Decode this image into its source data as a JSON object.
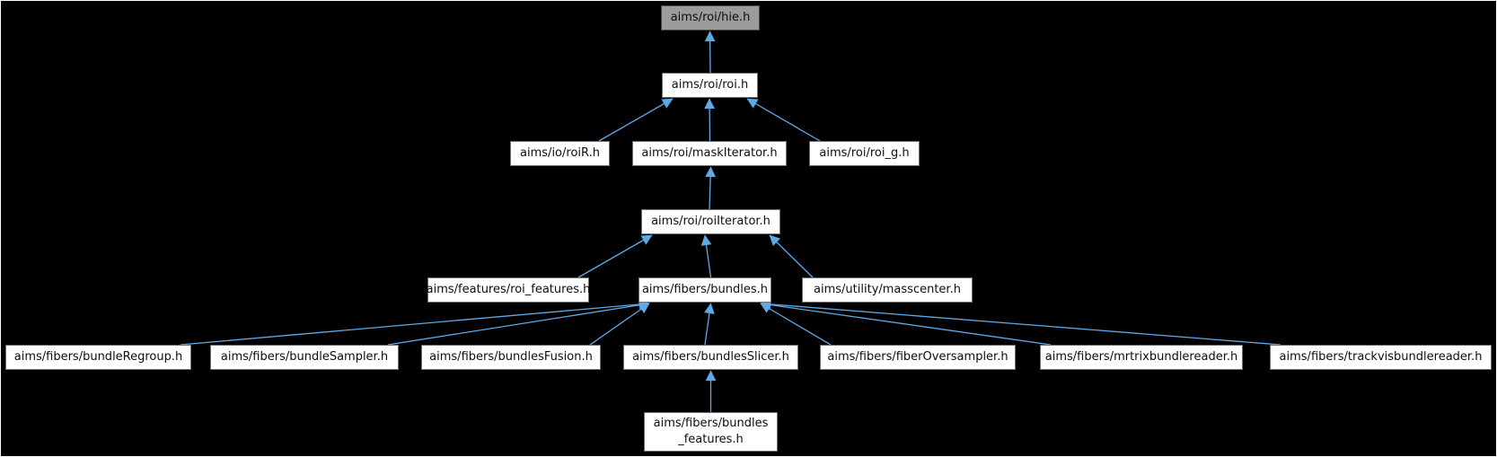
{
  "colors": {
    "background": "#000000",
    "frame": "#ffffff",
    "edge": "#5fa9e6",
    "node_fill": "#ffffff",
    "node_border": "#6e6e6e",
    "highlight_fill": "#9c9c9c",
    "highlight_border": "#464646"
  },
  "graph": {
    "type": "include-dependency-graph",
    "nodes": [
      {
        "id": "hie",
        "label": "aims/roi/hie.h",
        "highlighted": true
      },
      {
        "id": "roi",
        "label": "aims/roi/roi.h"
      },
      {
        "id": "roiR",
        "label": "aims/io/roiR.h"
      },
      {
        "id": "maskIterator",
        "label": "aims/roi/maskIterator.h"
      },
      {
        "id": "roi_g",
        "label": "aims/roi/roi_g.h"
      },
      {
        "id": "roiIterator",
        "label": "aims/roi/roiIterator.h"
      },
      {
        "id": "roi_features",
        "label": "aims/features/roi_features.h"
      },
      {
        "id": "bundles",
        "label": "aims/fibers/bundles.h"
      },
      {
        "id": "masscenter",
        "label": "aims/utility/masscenter.h"
      },
      {
        "id": "bundleRegroup",
        "label": "aims/fibers/bundleRegroup.h"
      },
      {
        "id": "bundleSampler",
        "label": "aims/fibers/bundleSampler.h"
      },
      {
        "id": "bundlesFusion",
        "label": "aims/fibers/bundlesFusion.h"
      },
      {
        "id": "bundlesSlicer",
        "label": "aims/fibers/bundlesSlicer.h"
      },
      {
        "id": "fiberOversampler",
        "label": "aims/fibers/fiberOversampler.h"
      },
      {
        "id": "mrtrixbundlereader",
        "label": "aims/fibers/mrtrixbundlereader.h"
      },
      {
        "id": "trackvisbundlereader",
        "label": "aims/fibers/trackvisbundlereader.h"
      },
      {
        "id": "bundles_features",
        "label": "aims/fibers/bundles\n_features.h"
      }
    ],
    "edges": [
      {
        "from": "roi",
        "to": "hie"
      },
      {
        "from": "roiR",
        "to": "roi"
      },
      {
        "from": "maskIterator",
        "to": "roi"
      },
      {
        "from": "roi_g",
        "to": "roi"
      },
      {
        "from": "roiIterator",
        "to": "maskIterator"
      },
      {
        "from": "roi_features",
        "to": "roiIterator"
      },
      {
        "from": "bundles",
        "to": "roiIterator"
      },
      {
        "from": "masscenter",
        "to": "roiIterator"
      },
      {
        "from": "bundleRegroup",
        "to": "bundles"
      },
      {
        "from": "bundleSampler",
        "to": "bundles"
      },
      {
        "from": "bundlesFusion",
        "to": "bundles"
      },
      {
        "from": "bundlesSlicer",
        "to": "bundles"
      },
      {
        "from": "fiberOversampler",
        "to": "bundles"
      },
      {
        "from": "mrtrixbundlereader",
        "to": "bundles"
      },
      {
        "from": "trackvisbundlereader",
        "to": "bundles"
      },
      {
        "from": "bundles_features",
        "to": "bundlesSlicer"
      }
    ]
  }
}
